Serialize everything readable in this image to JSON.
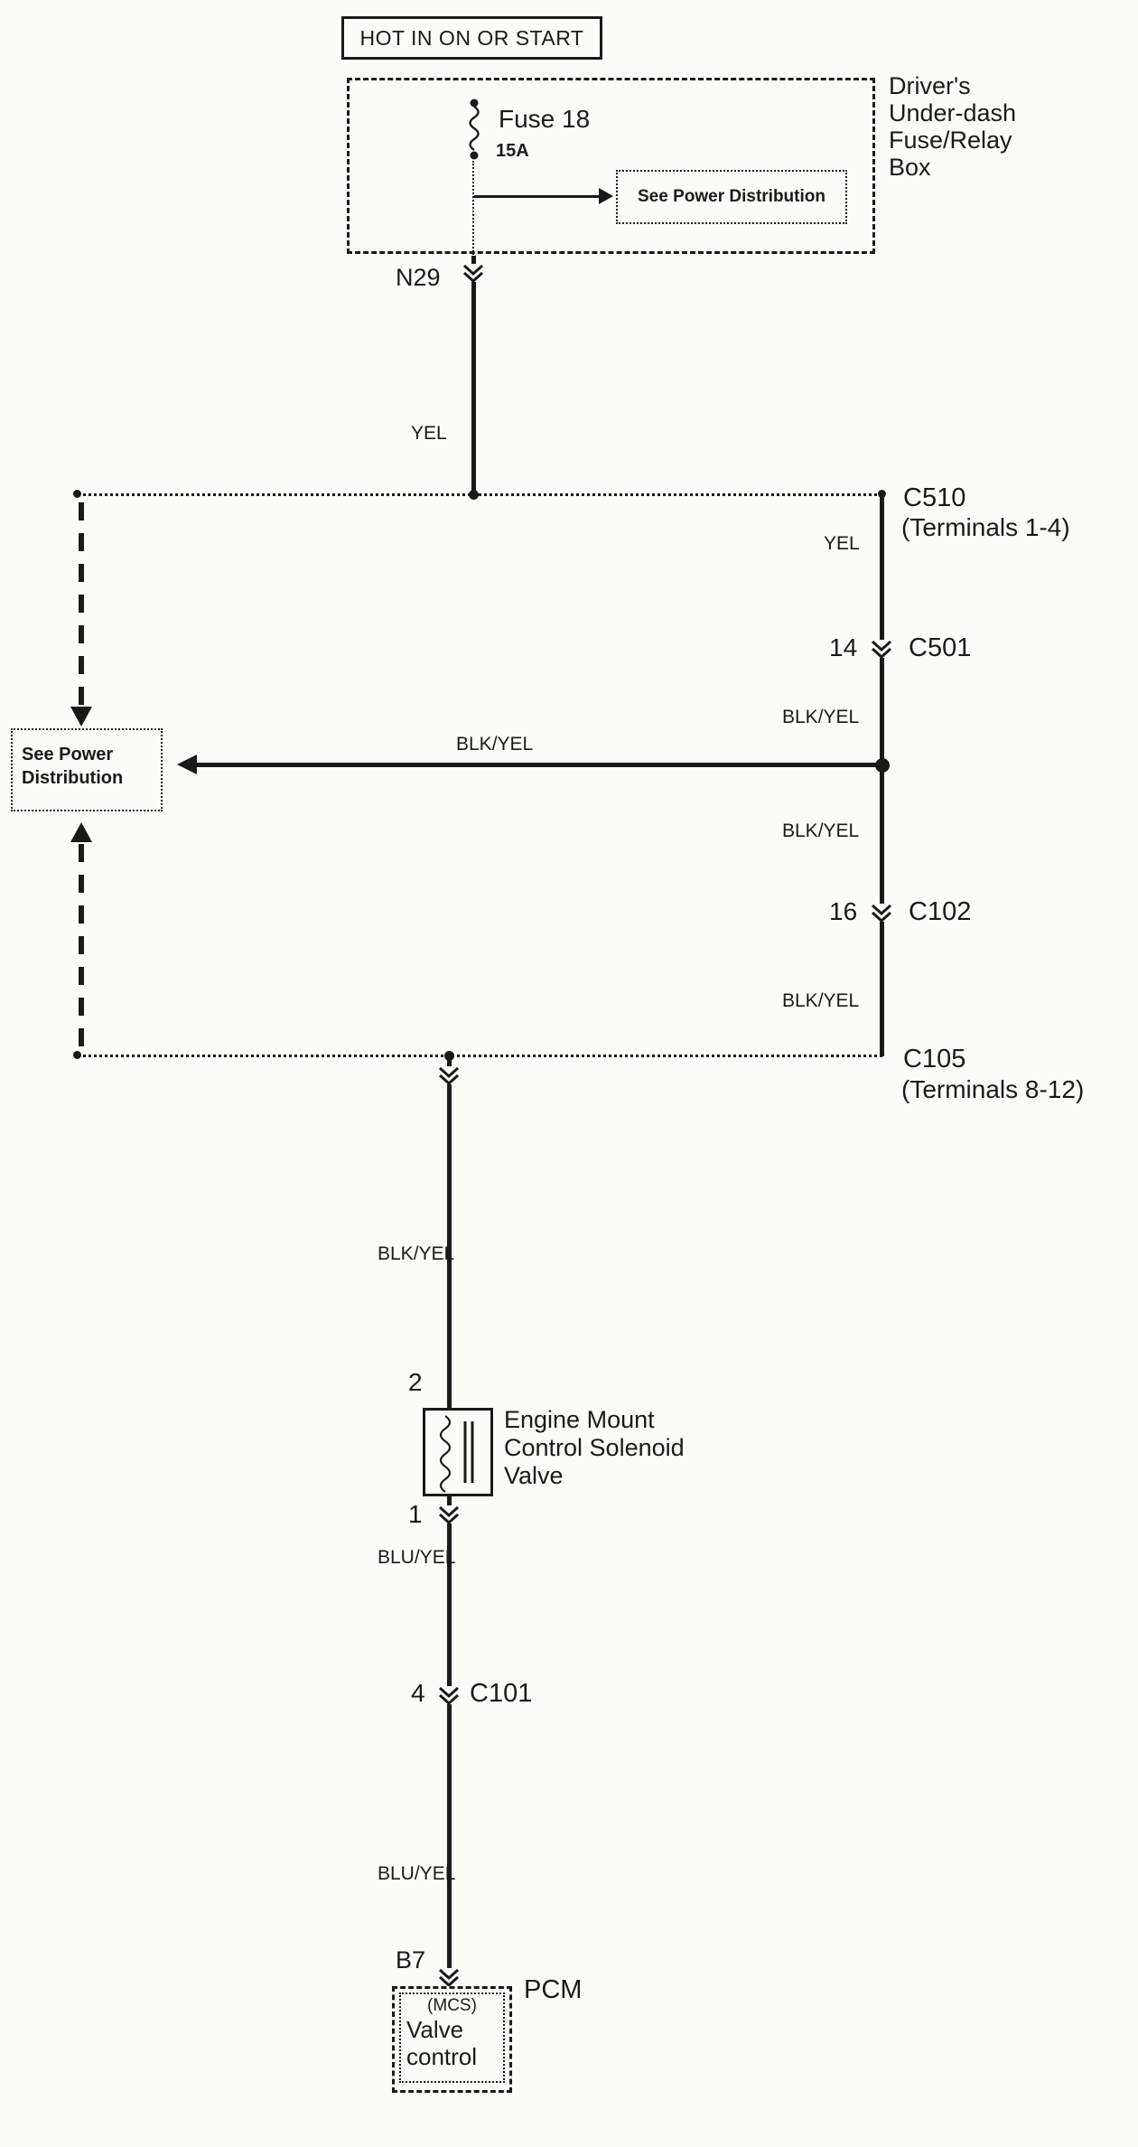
{
  "colors": {
    "ink": "#1a1a1a",
    "background": "#fbfbf8"
  },
  "header": {
    "hot_label": "HOT IN ON OR START"
  },
  "fuse_box": {
    "name_lines": [
      "Driver's",
      "Under-dash",
      "Fuse/Relay",
      "Box"
    ],
    "fuse_label": "Fuse 18",
    "fuse_rating": "15A",
    "see_power_label": "See Power Distribution"
  },
  "left_branch": {
    "see_power_line1": "See Power",
    "see_power_line2": "Distribution"
  },
  "connectors": {
    "n29": "N29",
    "c510": "C510",
    "c510_terminals": "(Terminals 1-4)",
    "c501_pin": "14",
    "c501": "C501",
    "c102_pin": "16",
    "c102": "C102",
    "c105": "C105",
    "c105_terminals": "(Terminals 8-12)",
    "c101_pin": "4",
    "c101": "C101",
    "solenoid_pin_top": "2",
    "solenoid_pin_bottom": "1",
    "pcm_pin": "B7"
  },
  "wire_colors": {
    "yel": "YEL",
    "blk_yel": "BLK/YEL",
    "blu_yel": "BLU/YEL"
  },
  "solenoid": {
    "label_lines": [
      "Engine Mount",
      "Control Solenoid",
      "Valve"
    ]
  },
  "pcm": {
    "label": "PCM",
    "sub": "(MCS)",
    "line1": "Valve",
    "line2": "control"
  }
}
